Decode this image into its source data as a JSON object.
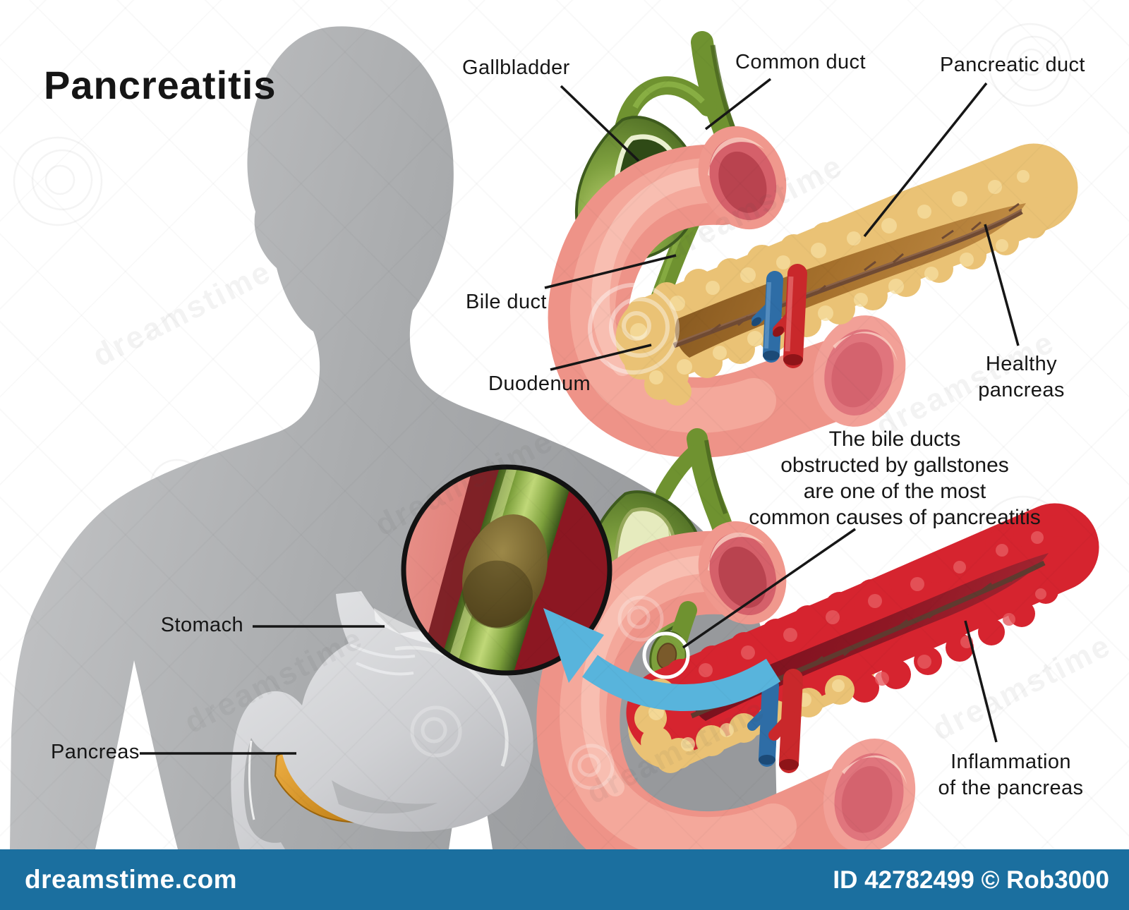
{
  "title": "Pancreatitis",
  "healthy_figure": {
    "labels": {
      "gallbladder": "Gallbladder",
      "common_duct": "Common duct",
      "pancreatic_duct": "Pancreatic duct",
      "bile_duct": "Bile duct",
      "duodenum": "Duodenum",
      "healthy_pancreas": [
        "Healthy",
        "pancreas"
      ]
    }
  },
  "diseased_figure": {
    "caption": [
      "The bile ducts",
      "obstructed by gallstones",
      "are one of the most",
      "common causes of pancreatitis"
    ],
    "labels": {
      "inflammation": [
        "Inflammation",
        "of the pancreas"
      ]
    }
  },
  "body_figure": {
    "labels": {
      "stomach": "Stomach",
      "pancreas": "Pancreas"
    }
  },
  "footer": {
    "site": "dreamstime.com",
    "credit": "ID 42782499 © Rob3000"
  },
  "watermark_text": "dreamstime",
  "colors": {
    "footer_bar": "#1b6f9f",
    "arrow_blue": "#58b4dc",
    "healthy_pancreas_tan": "#eac275",
    "pancreas_blob_light": "#f7dfa0",
    "inflamed_red": "#d6242f",
    "inflamed_blob_light": "#e75b60",
    "gallbladder_green": "#7d9f3e",
    "duct_green": "#6f9230",
    "duodenum_pink": "#ee9388",
    "duodenum_highlight": "#f5ab9f",
    "stomach_gray": "#d3d4d6",
    "pancreas_orange": "#dd9427",
    "silhouette_gray": "#a9abad",
    "leader_black": "#161616",
    "gallstone_brown": "#7a5a2b",
    "interior_brown": "#a5702c",
    "interior_dark_red": "#7c1120",
    "duct_line_brown": "#6f4a33"
  }
}
